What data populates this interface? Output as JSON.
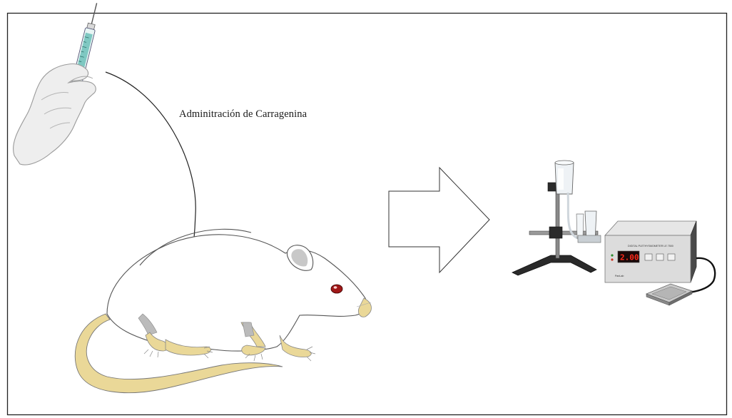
{
  "caption": "Adminitración de Carragenina",
  "device": {
    "display_value": "2.00",
    "panel_text": "DIGITAL PLETHYSMOMETER  LE 7500",
    "brand_text": "PanLab"
  },
  "colors": {
    "rat_skin": "#ead898",
    "eye": "#a01818",
    "ear_inner": "#c8c8c8",
    "display_digits": "#ff2a1a",
    "syringe_liquid": "#7fc8c2"
  }
}
